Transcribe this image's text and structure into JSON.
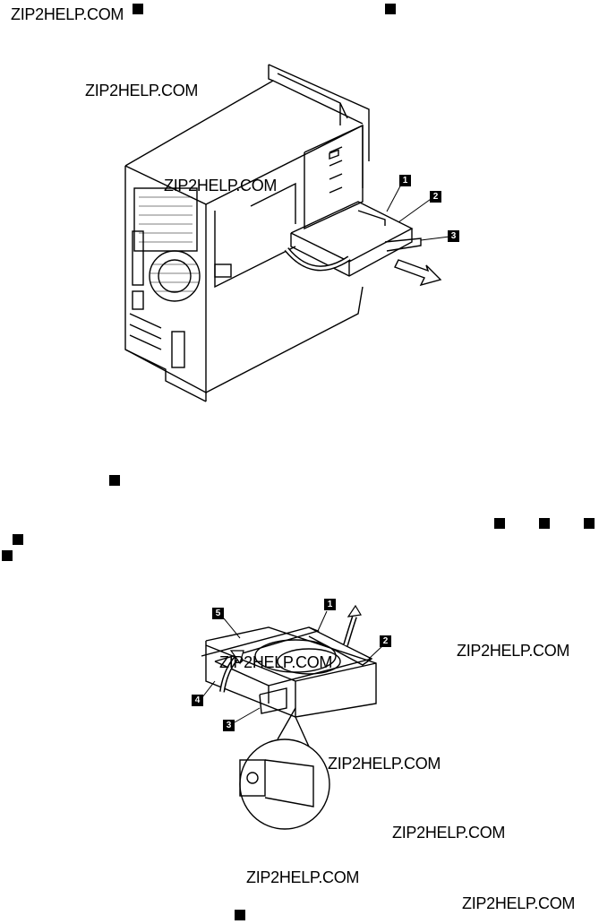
{
  "watermarks": {
    "w1": "ZIP2HELP.COM",
    "w2": "ZIP2HELP.COM",
    "w3": "ZIP2HELP.COM",
    "w4": "ZIP2HELP.COM",
    "w5": "ZIP2HELP.COM",
    "w6": "ZIP2HELP.COM",
    "w7": "ZIP2HELP.COM",
    "w8": "ZIP2HELP.COM",
    "w9": "ZIP2HELP.COM"
  },
  "figure1": {
    "callouts": [
      "1",
      "2",
      "3"
    ]
  },
  "figure2": {
    "callouts": [
      "5",
      "1",
      "2",
      "4",
      "3"
    ]
  }
}
